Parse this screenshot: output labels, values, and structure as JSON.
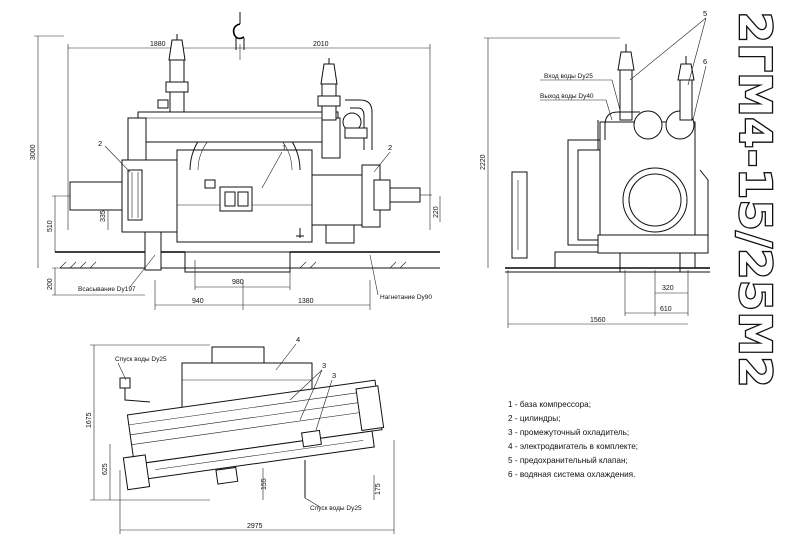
{
  "model": "2ГМ4-15/25М2",
  "front_view": {
    "dims_top": [
      "1880",
      "2010"
    ],
    "dim_height": "3000",
    "dim_510": "510",
    "dim_335": "335",
    "dim_200": "200",
    "dim_220": "220",
    "dim_980": "980",
    "dim_940": "940",
    "dim_1380": "1380",
    "callouts": [
      "1",
      "2",
      "2"
    ],
    "label_suction": "Всасывание Dy197",
    "label_discharge": "Нагнетание Dy90"
  },
  "side_view": {
    "callouts": [
      "5",
      "6"
    ],
    "label_water_in": "Вход воды Dy25",
    "label_water_out": "Выход воды Dy40",
    "dim_height": "2220",
    "dim_320": "320",
    "dim_610": "610",
    "dim_1560": "1560"
  },
  "plan_view": {
    "label_drain_top": "Спуск воды Dy25",
    "label_drain_bottom": "Спуск воды Dy25",
    "callouts": [
      "4",
      "3",
      "3"
    ],
    "dim_1675": "1675",
    "dim_625": "625",
    "dim_155": "155",
    "dim_175": "175",
    "dim_2975": "2975"
  },
  "legend": [
    "1 - база компрессора;",
    "2 - цилиндры;",
    "3 - промежуточный охладитель;",
    "4 - электродвигатель в комплекте;",
    "5 - предохранительный клапан;",
    "6 - водяная система охлаждения."
  ]
}
